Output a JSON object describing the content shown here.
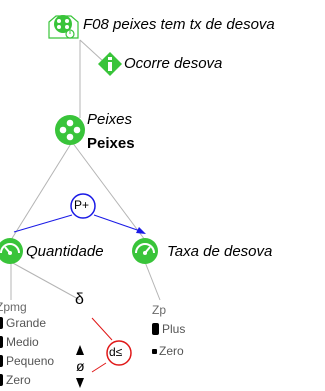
{
  "title": {
    "label": "F08 peixes tem tx de desova"
  },
  "condition": {
    "label": "Ocorre desova"
  },
  "entity": {
    "type_label": "Peixes",
    "name_label": "Peixes"
  },
  "relation": {
    "label": "P+"
  },
  "quantities": [
    {
      "name": "Quantidade",
      "space_label": "Zpmg",
      "values": [
        "Grande",
        "Medio",
        "Pequeno",
        "Zero"
      ]
    },
    {
      "name": "Taxa de desova",
      "space_label": "Zp",
      "values": [
        "Plus",
        "Zero"
      ]
    }
  ],
  "derivative": {
    "symbol": "δ",
    "zero_symbol": "ø"
  },
  "inequality": {
    "label": "d≤"
  },
  "colors": {
    "green": "#39c43a",
    "blue": "#1a1ae6",
    "red": "#e01818",
    "wire": "#b4b4b4"
  }
}
